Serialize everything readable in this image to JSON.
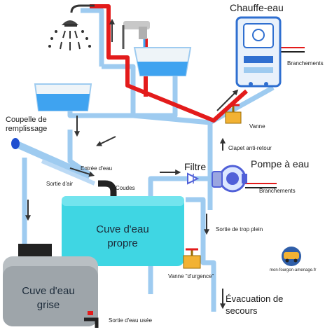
{
  "labels": {
    "heater_title": "Chauffe-eau",
    "branchements_top": "Branchements",
    "vanne": "Vanne",
    "clapet": "Clapet anti-retour",
    "pompe": "Pompe à eau",
    "branchements_bottom": "Branchements",
    "filtre": "Filtre",
    "coupelle": "Coupelle de remplissage",
    "entree_eau": "Entrée d'eau",
    "sortie_air": "Sortie d'air",
    "coudes": "Coudes",
    "cuve_propre": "Cuve d'eau propre",
    "sortie_trop_plein": "Sortie de trop plein",
    "vanne_urgence": "Vanne \"d'urgence\"",
    "evacuation": "Évacuation de secours",
    "cuve_grise": "Cuve d'eau grise",
    "sortie_usee": "Sortie d'eau usée",
    "site": "mon-fourgon-amenage.fr"
  },
  "colors": {
    "cold_pipe": "#9ecbf0",
    "hot_pipe": "#e31b1b",
    "tank_water": "#3fd6e3",
    "grey_tank": "#b9bfc3",
    "arrow": "#333333"
  },
  "icons": [
    "shower-icon",
    "faucet-icon",
    "water-heater-icon",
    "valve-icon",
    "pump-icon",
    "filter-icon",
    "elbow-icon",
    "logo-icon"
  ]
}
